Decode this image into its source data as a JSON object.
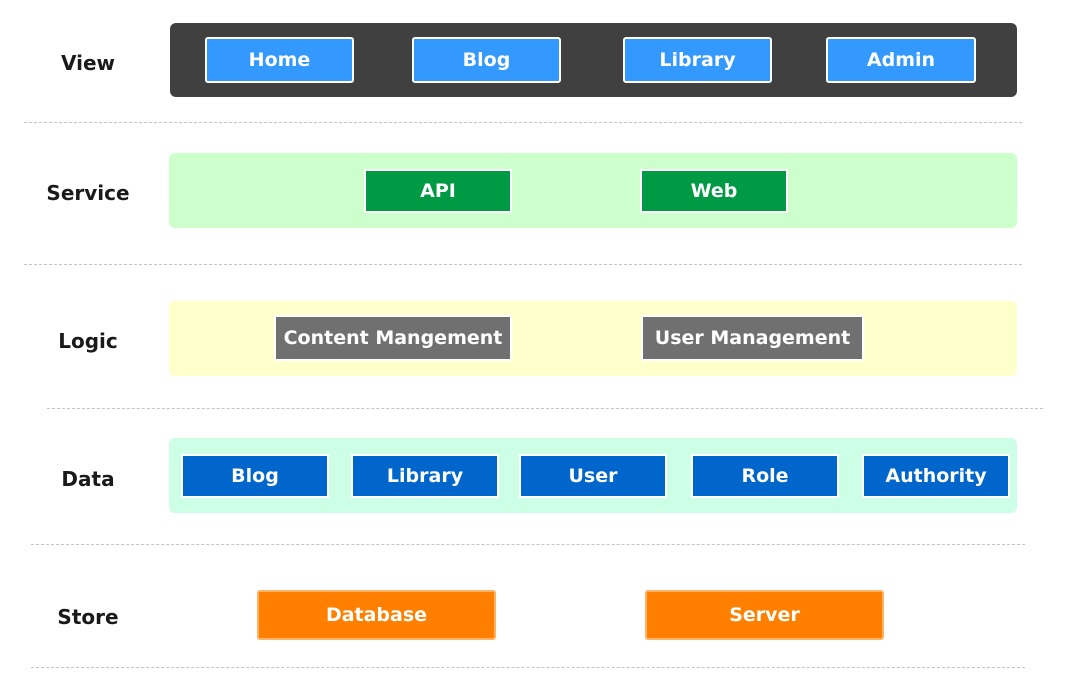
{
  "layers": {
    "view": {
      "label": "View",
      "items": [
        "Home",
        "Blog",
        "Library",
        "Admin"
      ]
    },
    "service": {
      "label": "Service",
      "items": [
        "API",
        "Web"
      ]
    },
    "logic": {
      "label": "Logic",
      "items": [
        "Content Mangement",
        "User Management"
      ]
    },
    "data": {
      "label": "Data",
      "items": [
        "Blog",
        "Library",
        "User",
        "Role",
        "Authority"
      ]
    },
    "store": {
      "label": "Store",
      "items": [
        "Database",
        "Server"
      ]
    }
  },
  "colors": {
    "view_band": "#404040",
    "view_box": "#3399ff",
    "service_band": "#ccffcc",
    "service_box": "#009944",
    "logic_band": "#ffffcc",
    "logic_box": "#707070",
    "data_band": "#ccffe6",
    "data_box": "#0066cc",
    "store_box": "#ff8000",
    "divider": "#c4c4c4"
  }
}
